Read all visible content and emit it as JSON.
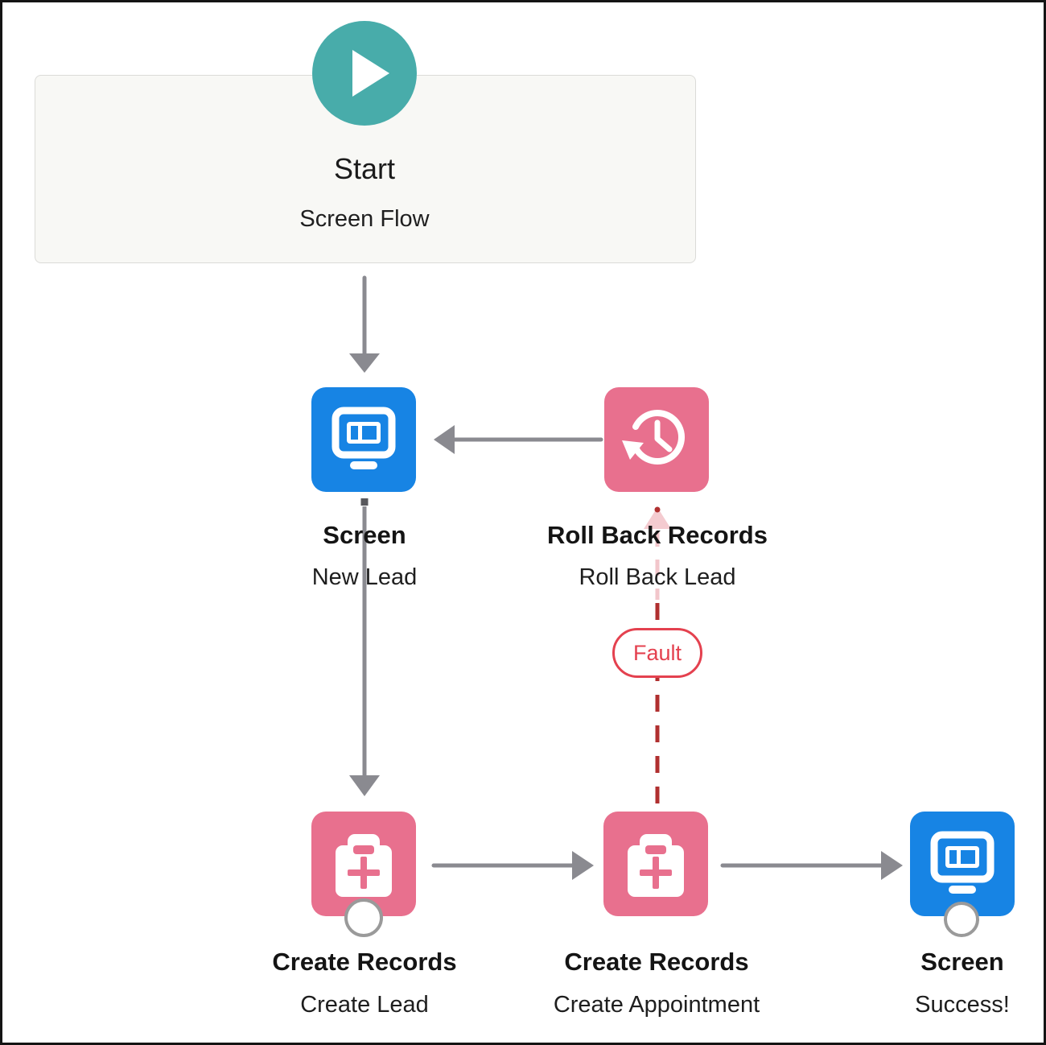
{
  "canvas": {
    "background": "#FFFFFF",
    "frame_border_color": "#141414"
  },
  "colors": {
    "screen_blue": "#1784E4",
    "action_pink": "#E8708E",
    "start_teal": "#48ACAA",
    "connector_gray": "#8A8A90",
    "fault_red_dark": "#B03030",
    "fault_red_bright": "#E4414F",
    "fault_pink_faint": "#F2C6CB",
    "start_box_bg": "#F8F8F5",
    "start_box_border": "#DBDBD8",
    "port_circle_border": "#9A9A9A"
  },
  "start": {
    "title": "Start",
    "subtitle": "Screen Flow",
    "icon": "play-icon"
  },
  "nodes": [
    {
      "id": "screen-new-lead",
      "type_label": "Screen",
      "name_label": "New Lead",
      "icon": "screen-icon"
    },
    {
      "id": "roll-back-records",
      "type_label": "Roll Back Records",
      "name_label": "Roll Back Lead",
      "icon": "history-icon"
    },
    {
      "id": "create-records-lead",
      "type_label": "Create Records",
      "name_label": "Create Lead",
      "icon": "record-create-icon"
    },
    {
      "id": "create-records-appointment",
      "type_label": "Create Records",
      "name_label": "Create Appointment",
      "icon": "record-create-icon"
    },
    {
      "id": "screen-success",
      "type_label": "Screen",
      "name_label": "Success!",
      "icon": "screen-icon"
    }
  ],
  "connectors": {
    "fault_label": "Fault"
  }
}
